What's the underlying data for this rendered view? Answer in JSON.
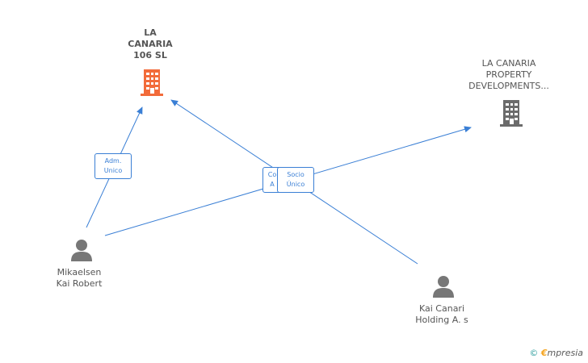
{
  "nodes": {
    "la_canaria_106": "LA\nCANARIA\n106 SL",
    "la_canaria_property": "LA CANARIA\nPROPERTY\nDEVELOPMENTS...",
    "mikaelsen": "Mikaelsen\nKai Robert",
    "kai_canari": "Kai Canari\nHolding A. s"
  },
  "edges": {
    "adm_unico": "Adm.\nUnico",
    "hidden_badge": "Co\nA",
    "socio_unico": "Socio\nÚnico"
  },
  "footer": {
    "copyright": "©",
    "brand_e": "€",
    "brand_rest": "mpresia"
  },
  "colors": {
    "company_main": "#f26b3a",
    "company_other": "#6b6b6b",
    "person": "#777777",
    "edge": "#3a7fd5"
  }
}
